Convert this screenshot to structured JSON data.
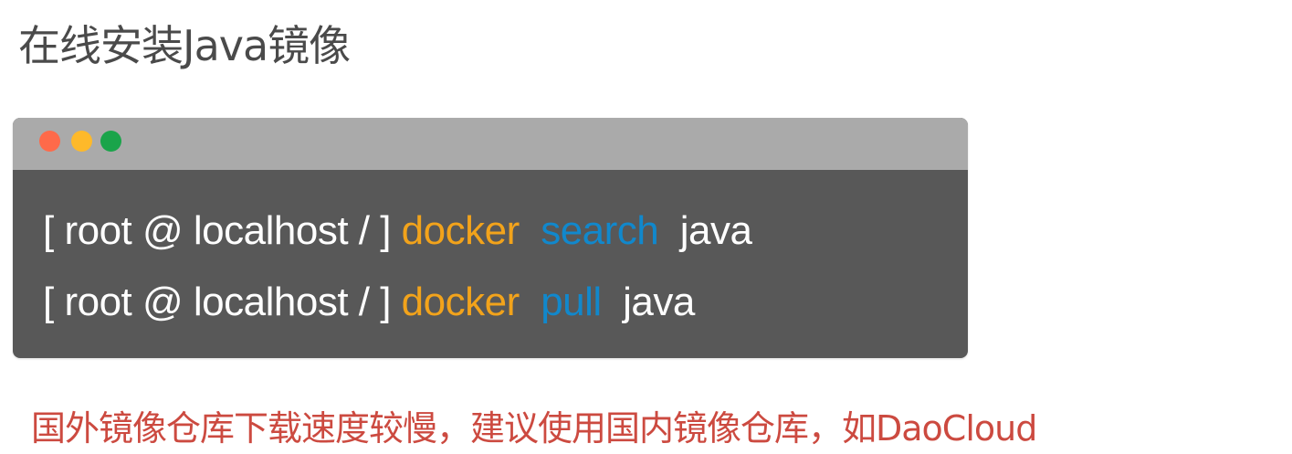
{
  "slide": {
    "title": "在线安装Java镜像",
    "note": "国外镜像仓库下载速度较慢，建议使用国内镜像仓库，如DaoCloud"
  },
  "terminal": {
    "window_buttons": [
      {
        "name": "close",
        "color": "#fe6a4a"
      },
      {
        "name": "minimize",
        "color": "#feb92a"
      },
      {
        "name": "maximize",
        "color": "#1aa44a"
      }
    ],
    "lines": [
      {
        "prompt": "[ root @ localhost / ] ",
        "command": "docker",
        "subcommand": "search",
        "argument": "java"
      },
      {
        "prompt": "[ root @ localhost / ] ",
        "command": "docker",
        "subcommand": "pull",
        "argument": "java"
      }
    ]
  },
  "colors": {
    "command": "#f2a31b",
    "subcommand": "#1188cc",
    "note": "#cc4a40",
    "terminal_bg": "#585858",
    "titlebar_bg": "#aaaaaa"
  }
}
